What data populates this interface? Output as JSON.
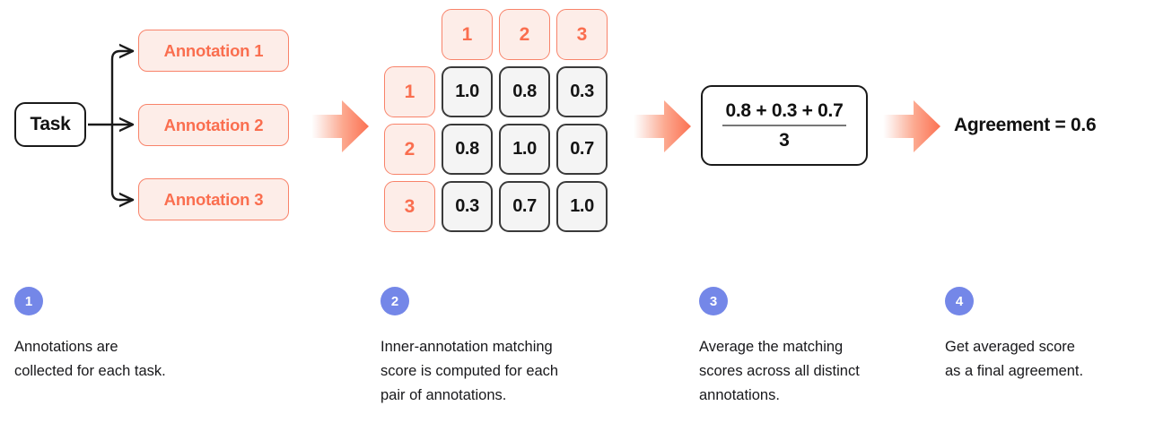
{
  "flow": {
    "task": {
      "label": "Task"
    },
    "annotations": [
      {
        "label": "Annotation 1"
      },
      {
        "label": "Annotation 2"
      },
      {
        "label": "Annotation 3"
      }
    ],
    "matrix": {
      "column_headers": [
        "1",
        "2",
        "3"
      ],
      "row_headers": [
        "1",
        "2",
        "3"
      ],
      "rows": [
        [
          "1.0",
          "0.8",
          "0.3"
        ],
        [
          "0.8",
          "1.0",
          "0.7"
        ],
        [
          "0.3",
          "0.7",
          "1.0"
        ]
      ]
    },
    "formula": {
      "numerator": "0.8 + 0.3 + 0.7",
      "denominator": "3"
    },
    "result": {
      "text": "Agreement = 0.6"
    }
  },
  "steps": [
    {
      "number": "1",
      "text": "Annotations are\ncollected for each task."
    },
    {
      "number": "2",
      "text": "Inner-annotation matching\nscore is computed for each\npair of annotations."
    },
    {
      "number": "3",
      "text": "Average the matching\nscores across all distinct\nannotations."
    },
    {
      "number": "4",
      "text": "Get averaged score\nas a final agreement."
    }
  ],
  "colors": {
    "coral": "#FA6E4F",
    "coral_border": "#F8836A",
    "coral_fill": "#FDEDE8",
    "arrow_tip": "#FB7A61",
    "cell_border": "#3A3A3A",
    "cell_fill": "#F4F4F4",
    "badge_blue": "#7487E8",
    "ink": "#111111"
  }
}
